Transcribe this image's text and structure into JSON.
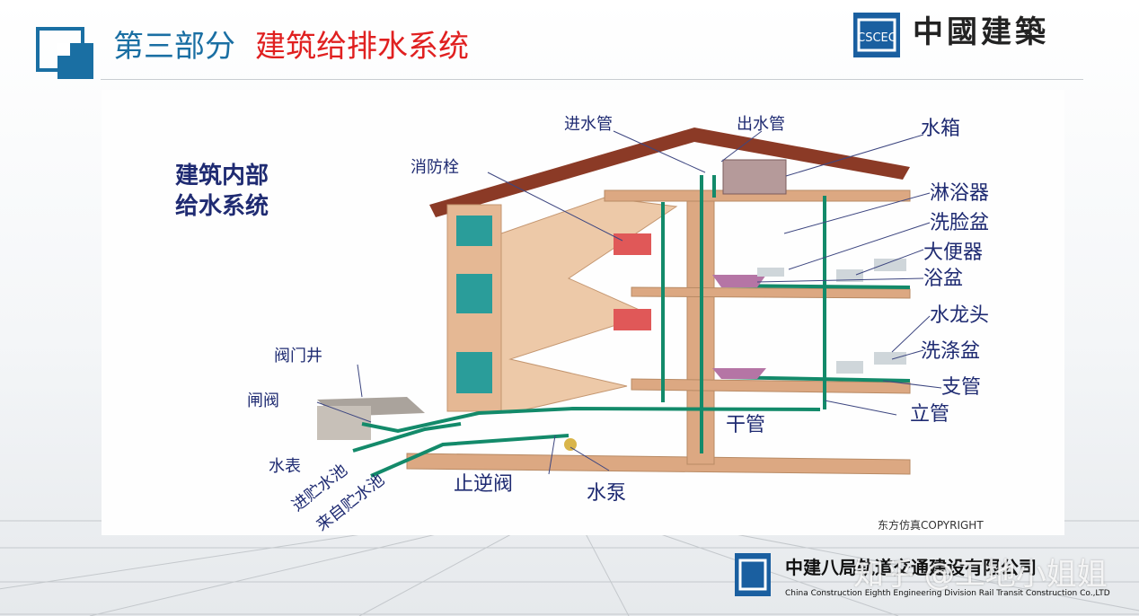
{
  "header": {
    "part": "第三部分",
    "title": "建筑给排水系统",
    "logo_text": "中國建築",
    "logo_mark": "CSCEC"
  },
  "diagram": {
    "heading_line1": "建筑内部",
    "heading_line2": "给水系统",
    "labels": {
      "inlet_pipe": "进水管",
      "outlet_pipe": "出水管",
      "water_tank": "水箱",
      "hydrant": "消防栓",
      "shower": "淋浴器",
      "washbasin": "洗脸盆",
      "toilet": "大便器",
      "bathtub": "浴盆",
      "faucet": "水龙头",
      "sink": "洗涤盆",
      "valve_well": "阀门井",
      "gate_valve": "闸阀",
      "branch_pipe": "支管",
      "riser_pipe": "立管",
      "main_pipe": "干管",
      "water_meter": "水表",
      "to_storage_tank": "进贮水池",
      "from_storage_tank": "来自贮水池",
      "check_valve": "止逆阀",
      "pump": "水泵"
    },
    "copyright": "东方仿真COPYRIGHT"
  },
  "footer": {
    "company": "中建八局轨道交通建设有限公司",
    "company_en": "China Construction Eighth Engineering Division Rail Transit Construction Co.,LTD",
    "watermark": "知乎 @工地小姐姐"
  },
  "colors": {
    "title_blue": "#1a6fa3",
    "title_red": "#e02020",
    "label_navy": "#1f2b72",
    "pipe_green": "#138a6a",
    "wall_tan": "#dca882",
    "roof_brown": "#8b3a26"
  }
}
